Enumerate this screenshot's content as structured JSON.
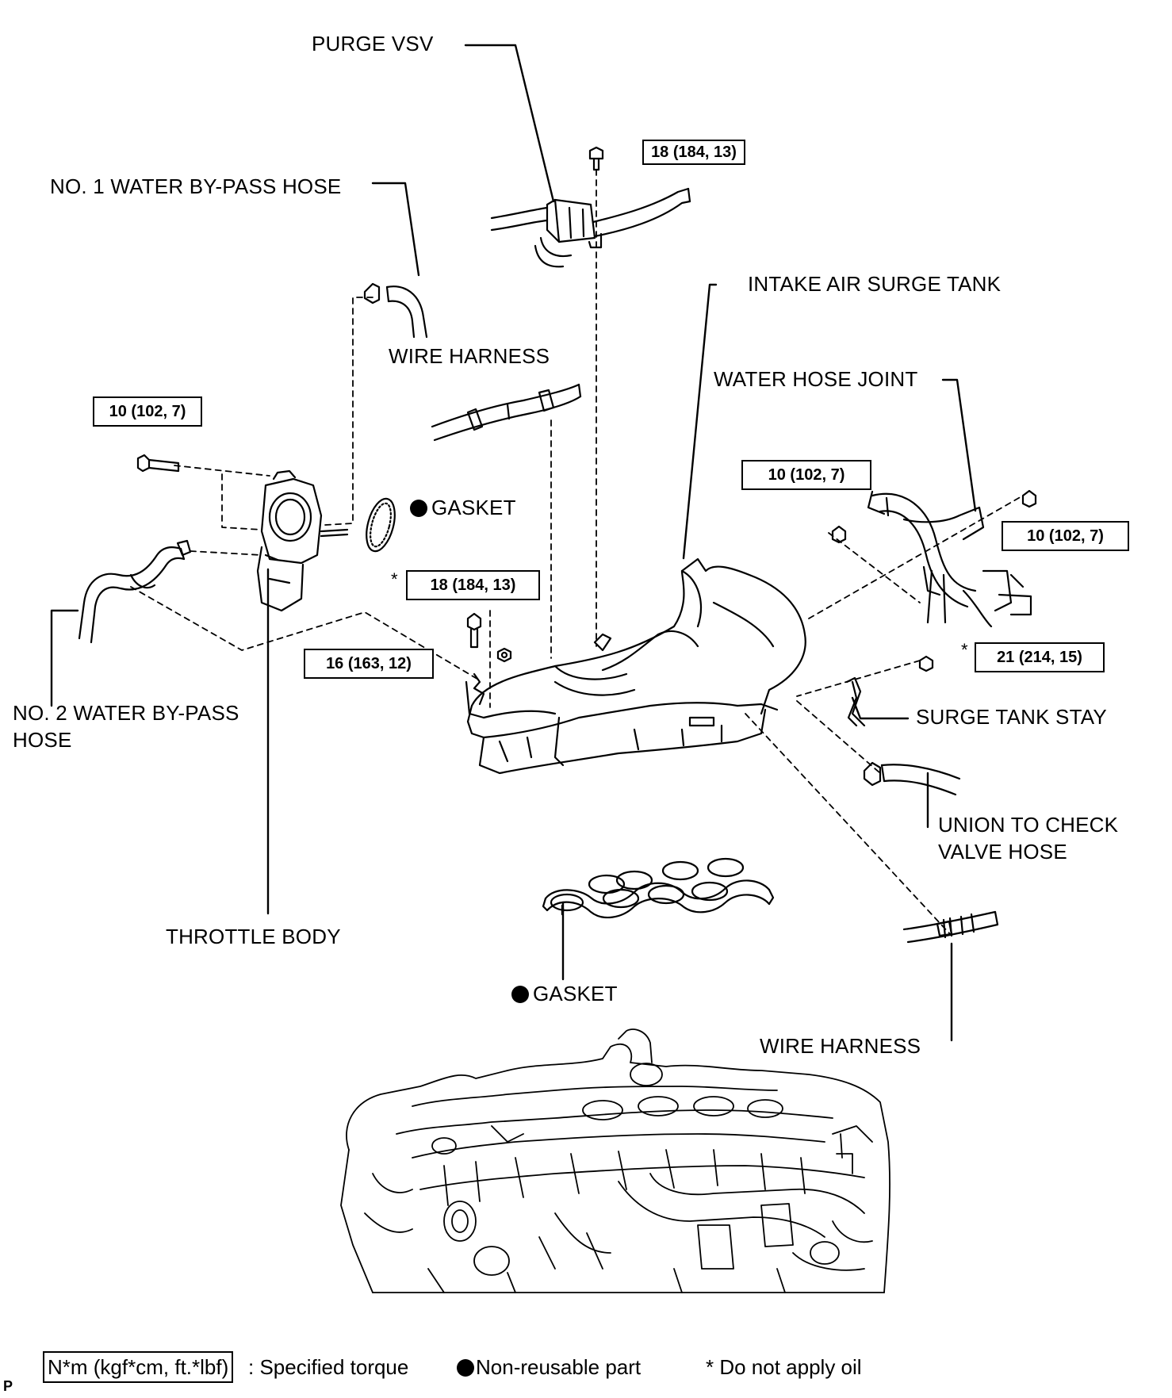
{
  "labels": {
    "purge_vsv": "PURGE VSV",
    "no1_water_bypass_hose": "NO. 1 WATER BY-PASS HOSE",
    "intake_air_surge_tank": "INTAKE AIR SURGE TANK",
    "wire_harness_upper": "WIRE HARNESS",
    "water_hose_joint": "WATER HOSE JOINT",
    "gasket_upper": "GASKET",
    "no2_water_bypass_hose_line1": "NO. 2 WATER BY-PASS",
    "no2_water_bypass_hose_line2": "HOSE",
    "surge_tank_stay": "SURGE TANK STAY",
    "union_check_valve_line1": "UNION TO CHECK",
    "union_check_valve_line2": "VALVE HOSE",
    "throttle_body": "THROTTLE BODY",
    "gasket_lower": "GASKET",
    "wire_harness_lower": "WIRE HARNESS"
  },
  "torques": {
    "purge_vsv_bolt": "18 (184, 13)",
    "throttle_body_bolt": "10 (102, 7)",
    "water_joint_bolt_left": "10 (102, 7)",
    "water_joint_bolt_right": "10 (102, 7)",
    "surge_tank_bolt": "18 (184, 13)",
    "surge_tank_nut": "16 (163, 12)",
    "surge_tank_stay_bolt": "21 (214, 15)"
  },
  "marks": {
    "do_not_oil": "*"
  },
  "legend": {
    "torque_unit": "N*m (kgf*cm, ft.*lbf)",
    "torque_desc": ": Specified torque",
    "non_reusable": "Non-reusable part",
    "no_oil": "* Do not apply oil"
  },
  "corner_mark": "P"
}
